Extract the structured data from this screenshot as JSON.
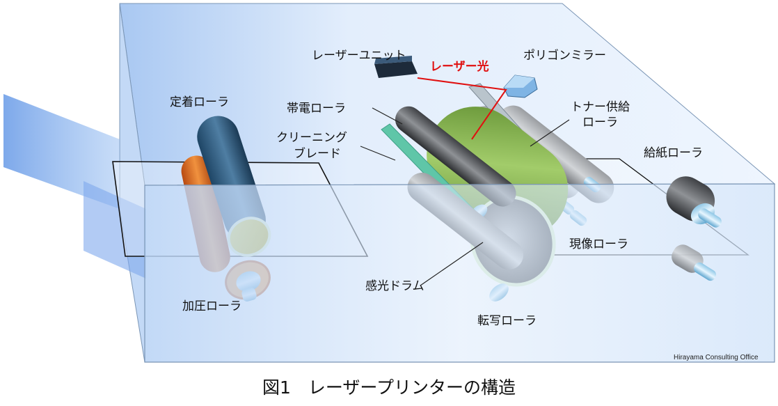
{
  "labels": {
    "laser_unit": "レーザーユニット",
    "laser_light": "レーザー光",
    "polygon_mirror": "ポリゴンミラー",
    "fixing_roller": "定着ローラ",
    "charge_roller": "帯電ローラ",
    "cleaning_blade_1": "クリーニング",
    "cleaning_blade_2": "ブレード",
    "toner_supply_1": "トナー供給",
    "toner_supply_2": "ローラ",
    "feed_roller": "給紙ローラ",
    "develop_roller": "現像ローラ",
    "pressure_roller": "加圧ローラ",
    "drum": "感光ドラム",
    "transfer_roller": "転写ローラ"
  },
  "credit": "Hirayama Consulting Office",
  "caption": "図1　レーザープリンターの構造",
  "colors": {
    "laser": "#e01010",
    "fixing_roller": "#2f5a7a",
    "pressure_roller": "#e07830",
    "drum": "#86b850",
    "box_fill": "#dbe9fb"
  }
}
